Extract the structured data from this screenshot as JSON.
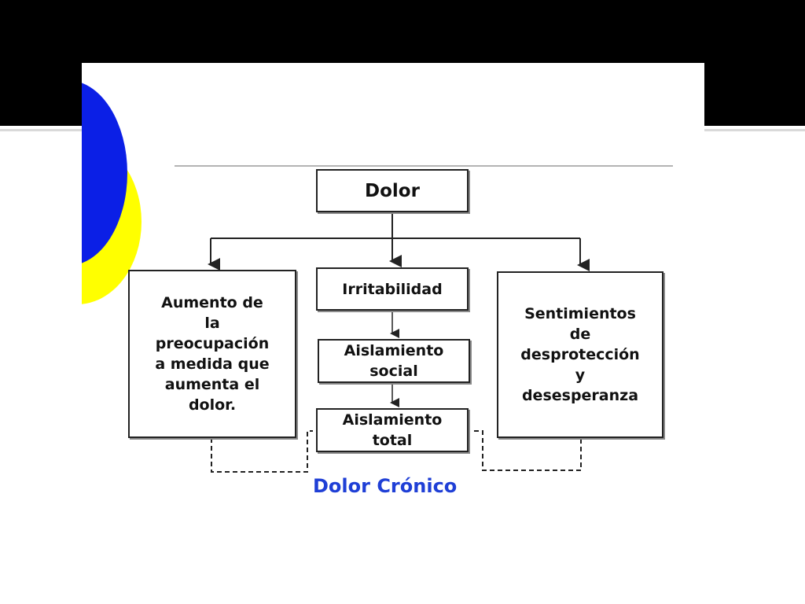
{
  "colors": {
    "band": "#000000",
    "accent_blue": "#0b1fe6",
    "accent_yellow": "#ffff00",
    "caption": "#1f3fd6",
    "line": "#222222"
  },
  "diagram": {
    "root": "Dolor",
    "center_chain": [
      "Irritabilidad",
      "Aislamiento\nsocial",
      "Aislamiento\ntotal"
    ],
    "left_box": "Aumento de\nla\npreocupación\na medida que\naumenta el\ndolor.",
    "right_box": "Sentimientos\nde\ndesprotección\ny\ndesesperanza",
    "caption": "Dolor Crónico"
  }
}
